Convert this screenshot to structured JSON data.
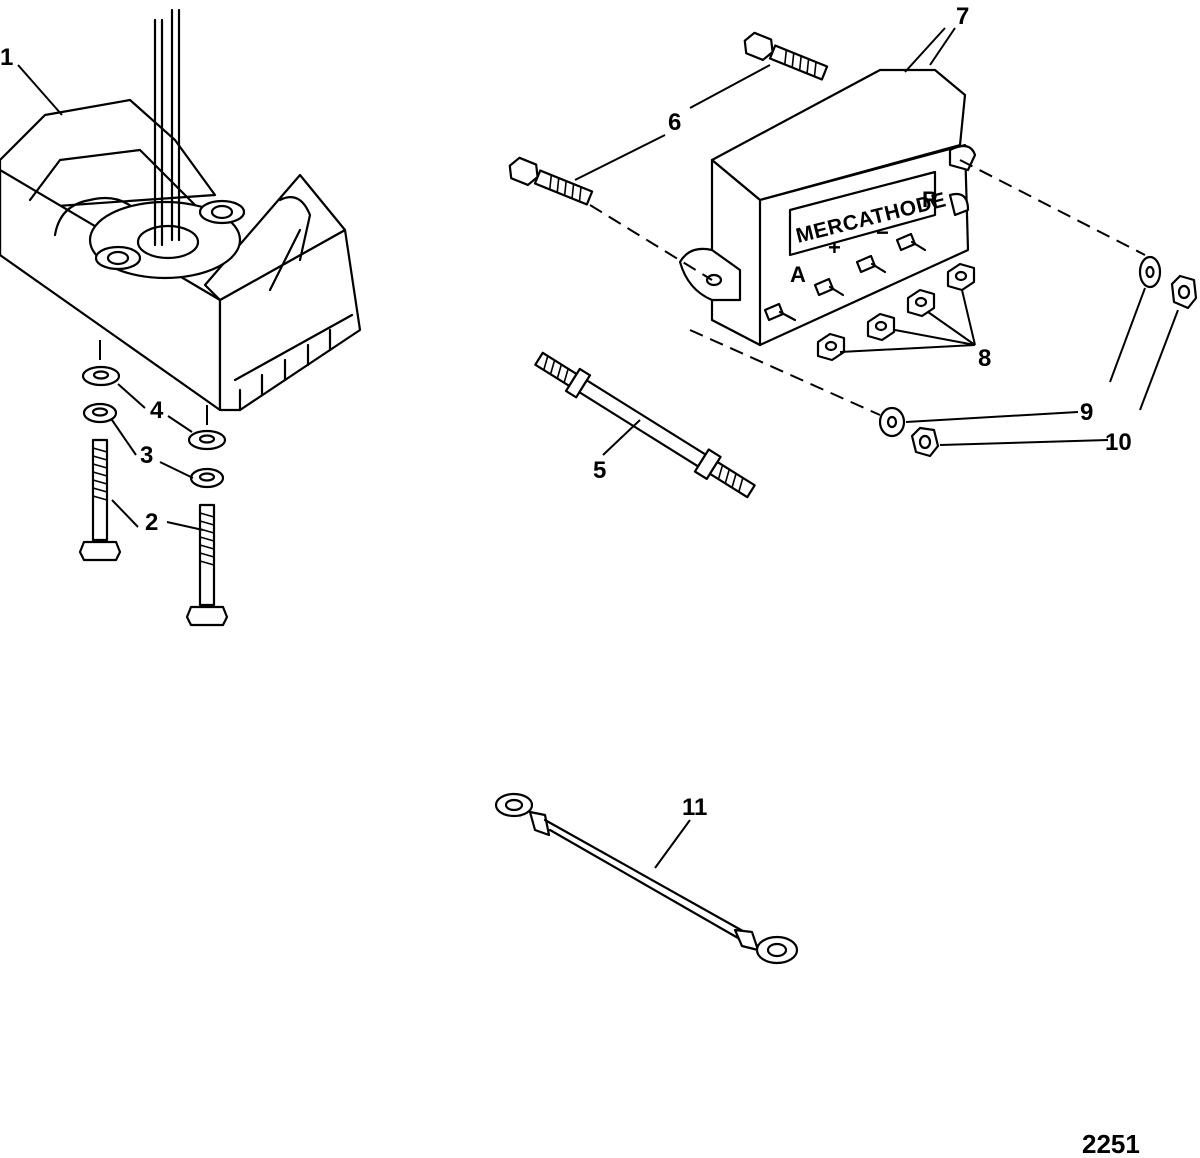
{
  "callouts": {
    "c1": "1",
    "c2": "2",
    "c3": "3",
    "c4": "4",
    "c5": "5",
    "c6": "6",
    "c7": "7",
    "c8": "8",
    "c9": "9",
    "c10": "10",
    "c11": "11"
  },
  "module": {
    "brand": "MERCATHODE",
    "terminal_a": "A",
    "terminal_plus": "+",
    "terminal_minus": "−",
    "terminal_r": "R"
  },
  "figure_number": "2251"
}
